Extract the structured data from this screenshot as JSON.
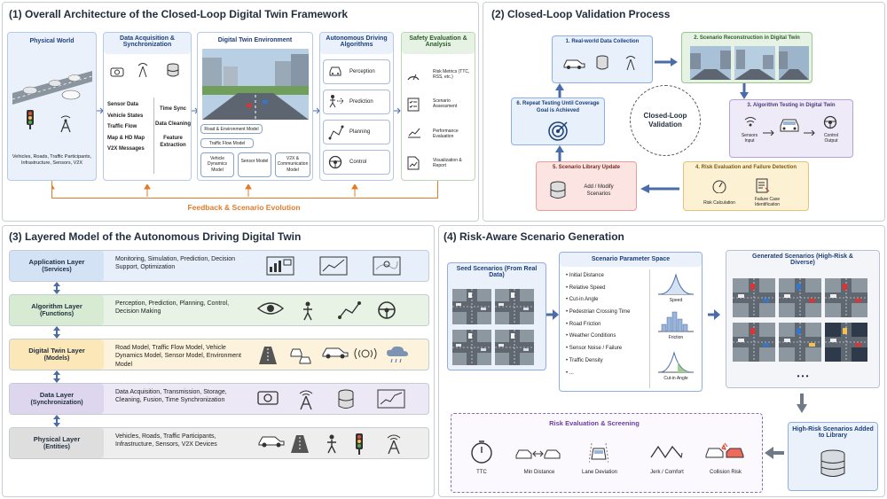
{
  "panel1": {
    "title": "(1) Overall Architecture of the Closed-Loop Digital Twin Framework",
    "physical": {
      "title": "Physical World",
      "caption": "Vehicles, Roads, Traffic Participants, Infrastructure, Sensors, V2X"
    },
    "acq": {
      "title": "Data Acquisition & Synchronization",
      "items": [
        "Sensor Data",
        "Vehicle States",
        "Traffic Flow",
        "Map & HD Map",
        "V2X Messages"
      ],
      "sync": [
        "Time Sync",
        "Data Cleaning",
        "Feature Extraction"
      ]
    },
    "twin": {
      "title": "Digital Twin Environment",
      "road_env": "Road & Environment Model",
      "traffic_flow": "Traffic Flow Model",
      "models": [
        "Vehicle Dynamics Model",
        "Sensor Model",
        "V2X & Communication Model"
      ]
    },
    "algo": {
      "title": "Autonomous Driving Algorithms",
      "items": [
        "Perception",
        "Prediction",
        "Planning",
        "Control"
      ]
    },
    "safety": {
      "title": "Safety Evaluation & Analysis",
      "items": [
        "Risk Metrics (TTC, RSS, etc.)",
        "Scenario Assessment",
        "Performance Evaluation",
        "Visualization & Report"
      ]
    },
    "feedback": "Feedback & Scenario Evolution"
  },
  "panel2": {
    "title": "(2) Closed-Loop Validation Process",
    "center": "Closed-Loop Validation",
    "steps": [
      "1. Real-world Data Collection",
      "2. Scenario Reconstruction in Digital Twin",
      "3. Algorithm Testing in Digital Twin",
      "4. Risk Evaluation and Failure Detection",
      "5. Scenario Library Update",
      "6. Repeat Testing Until Coverage Goal is Achieved"
    ],
    "step3_labels": [
      "Sensors Input",
      "Control Output"
    ],
    "step4_labels": [
      "Risk Calculation",
      "Failure Case Identification"
    ],
    "step5_label": "Add / Modify Scenarios"
  },
  "panel3": {
    "title": "(3) Layered Model of the Autonomous Driving Digital Twin",
    "layers": [
      {
        "name": "Application Layer",
        "sub": "(Services)",
        "desc": "Monitoring, Simulation, Prediction, Decision Support, Optimization",
        "bg": "#e6effa",
        "lbg": "#d3e2f5"
      },
      {
        "name": "Algorithm Layer",
        "sub": "(Functions)",
        "desc": "Perception, Prediction, Planning, Control, Decision Making",
        "bg": "#e8f3e6",
        "lbg": "#d6ebd2"
      },
      {
        "name": "Digital Twin Layer",
        "sub": "(Models)",
        "desc": "Road Model, Traffic Flow Model, Vehicle Dynamics Model, Sensor Model, Environment Model",
        "bg": "#fdf3dc",
        "lbg": "#fbe7b8"
      },
      {
        "name": "Data Layer",
        "sub": "(Synchronization)",
        "desc": "Data Acquisition, Transmission, Storage, Cleaning, Fusion, Time Synchronization",
        "bg": "#ece8f5",
        "lbg": "#ddd6ee"
      },
      {
        "name": "Physical Layer",
        "sub": "(Entities)",
        "desc": "Vehicles, Roads, Traffic Participants, Infrastructure, Sensors, V2X Devices",
        "bg": "#eeeeee",
        "lbg": "#dedede"
      }
    ]
  },
  "panel4": {
    "title": "(4) Risk-Aware Scenario Generation",
    "seed": "Seed Scenarios (From Real Data)",
    "param_title": "Scenario Parameter Space",
    "params": [
      "Initial Distance",
      "Relative Speed",
      "Cut-in Angle",
      "Pedestrian Crossing Time",
      "Road Friction",
      "Weather Conditions",
      "Sensor Noise / Failure",
      "Traffic Density",
      "..."
    ],
    "dists": [
      "Speed",
      "Friction",
      "Cut-in Angle"
    ],
    "generated": "Generated Scenarios (High-Risk & Diverse)",
    "ellipsis": "• • •",
    "risk_title": "Risk Evaluation & Screening",
    "risk_items": [
      "TTC",
      "Min Distance",
      "Lane Deviation",
      "Jerk / Comfort",
      "Collision Risk"
    ],
    "library": "High-Risk Scenarios Added to Library"
  }
}
